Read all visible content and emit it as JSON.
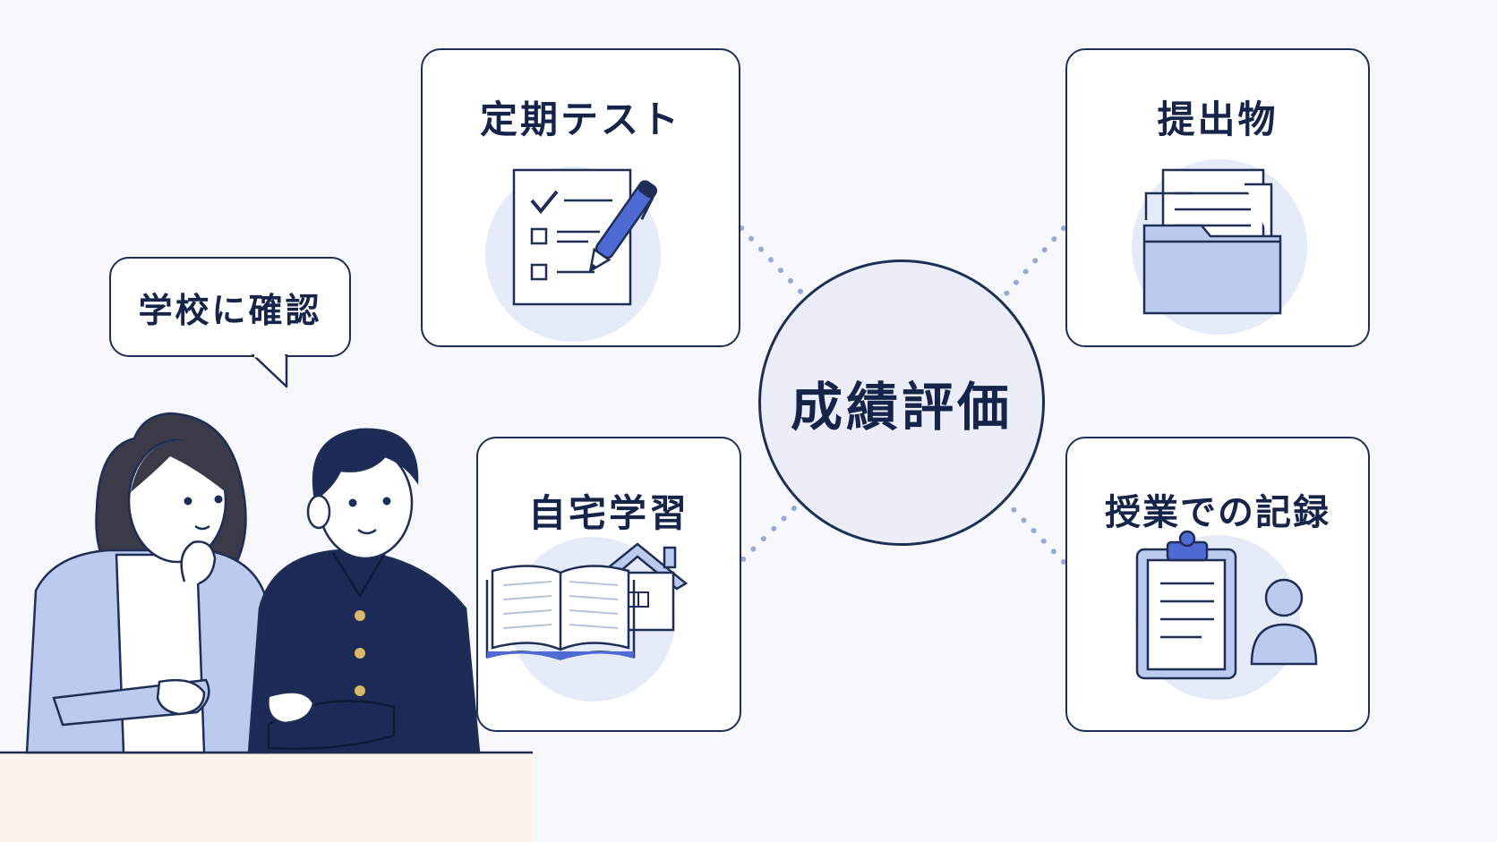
{
  "center": {
    "label": "成績評価"
  },
  "cards": {
    "test": {
      "title": "定期テスト"
    },
    "submit": {
      "title": "提出物"
    },
    "home": {
      "title": "自宅学習"
    },
    "class": {
      "title": "授業での記録"
    }
  },
  "speech_bubble": {
    "text": "学校に確認"
  },
  "colors": {
    "navy": "#1f2e55",
    "icon_fill": "#bccaf0",
    "icon_circle": "#e6ebf9",
    "center_fill": "#ebedf9",
    "dots": "#9aaad6",
    "desk": "#fcf3ec"
  },
  "icons": [
    "test-sheet-icon",
    "pen-icon",
    "folder-icon",
    "book-icon",
    "house-icon",
    "clipboard-icon",
    "person-icon"
  ]
}
